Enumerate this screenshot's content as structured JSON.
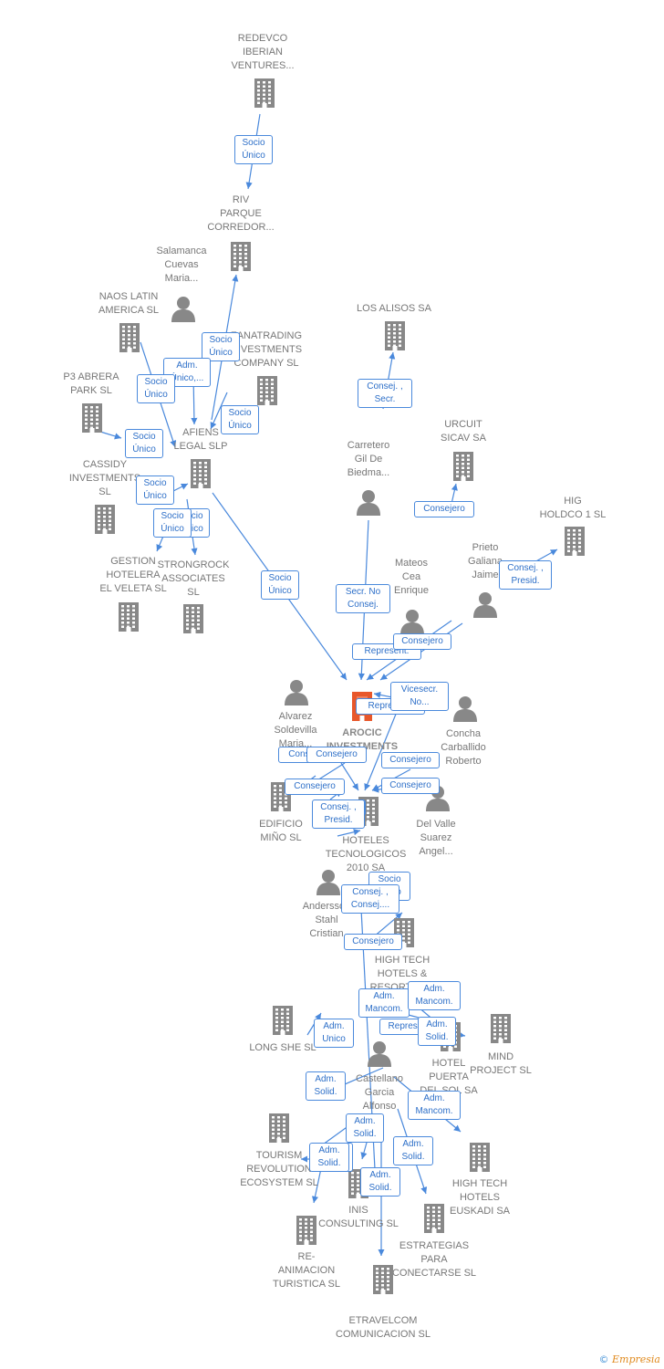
{
  "colors": {
    "edge": "#4a89dc",
    "node": "#888888",
    "focus": "#e8572a",
    "label": "#777777"
  },
  "nodes": [
    {
      "id": "redevco",
      "label": "REDEVCO\nIBERIAN\nVENTURES...",
      "kind": "company"
    },
    {
      "id": "riv",
      "label": "RIV\nPARQUE\nCORREDOR...",
      "kind": "company"
    },
    {
      "id": "salamanca",
      "label": "Salamanca\nCuevas\nMaria...",
      "kind": "person"
    },
    {
      "id": "naos",
      "label": "NAOS LATIN\nAMERICA  SL",
      "kind": "company"
    },
    {
      "id": "zanatrading",
      "label": "ZANATRADING\nINVESTMENTS\nCOMPANY  SL",
      "kind": "company"
    },
    {
      "id": "p3",
      "label": "P3 ABRERA\nPARK  SL",
      "kind": "company"
    },
    {
      "id": "afiens",
      "label": "AFIENS\nLEGAL  SLP",
      "kind": "company"
    },
    {
      "id": "cassidy",
      "label": "CASSIDY\nINVESTMENTS\nSL",
      "kind": "company"
    },
    {
      "id": "gestion",
      "label": "GESTION\nHOTELERA\nEL VELETA  SL",
      "kind": "company"
    },
    {
      "id": "strongrock",
      "label": "STRONGROCK\nASSOCIATES\nSL",
      "kind": "company"
    },
    {
      "id": "losalisos",
      "label": "LOS ALISOS SA",
      "kind": "company"
    },
    {
      "id": "carretero",
      "label": "Carretero\nGil De\nBiedma...",
      "kind": "person"
    },
    {
      "id": "urcuit",
      "label": "URCUIT\nSICAV SA",
      "kind": "company"
    },
    {
      "id": "hig",
      "label": "HIG\nHOLDCO 1  SL",
      "kind": "company"
    },
    {
      "id": "mateos",
      "label": "Mateos\nCea\nEnrique",
      "kind": "person"
    },
    {
      "id": "prieto",
      "label": "Prieto\nGaliana\nJaime",
      "kind": "person"
    },
    {
      "id": "alvarez",
      "label": "Alvarez\nSoldevilla\nMaria...",
      "kind": "person"
    },
    {
      "id": "arocic",
      "label": "AROCIC\nINVESTMENTS",
      "kind": "focus"
    },
    {
      "id": "concha",
      "label": "Concha\nCarballido\nRoberto",
      "kind": "person"
    },
    {
      "id": "edificio",
      "label": "EDIFICIO\nMIÑO SL",
      "kind": "company"
    },
    {
      "id": "hoteles",
      "label": "HOTELES\nTECNOLOGICOS\n2010 SA",
      "kind": "company"
    },
    {
      "id": "delvalle",
      "label": "Del Valle\nSuarez\nAngel...",
      "kind": "person"
    },
    {
      "id": "andersson",
      "label": "Andersson\nStahl\nCristian",
      "kind": "person"
    },
    {
      "id": "hightech",
      "label": "HIGH TECH\nHOTELS &\nRESORTS SA",
      "kind": "company"
    },
    {
      "id": "longshe",
      "label": "LONG SHE SL",
      "kind": "company"
    },
    {
      "id": "hotelpuerta",
      "label": "HOTEL\nPUERTA\nDEL SOL SA",
      "kind": "company"
    },
    {
      "id": "mind",
      "label": "MIND\nPROJECT SL",
      "kind": "company"
    },
    {
      "id": "castellano",
      "label": "Castellano\nGarcia\nAlfonso",
      "kind": "person"
    },
    {
      "id": "tourism",
      "label": "TOURISM\nREVOLUTION\nECOSYSTEM SL",
      "kind": "company"
    },
    {
      "id": "hteuskadi",
      "label": "HIGH TECH\nHOTELS\nEUSKADI SA",
      "kind": "company"
    },
    {
      "id": "inis",
      "label": "INIS\nCONSULTING SL",
      "kind": "company"
    },
    {
      "id": "reanimacion",
      "label": "RE-\nANIMACION\nTURISTICA SL",
      "kind": "company"
    },
    {
      "id": "estrategias",
      "label": "ESTRATEGIAS\nPARA\nCONECTARSE SL",
      "kind": "company"
    },
    {
      "id": "etravelcom",
      "label": "ETRAVELCOM\nCOMUNICACION SL",
      "kind": "company"
    }
  ],
  "relations": [
    "Socio\nÚnico",
    "Socio\nÚnico",
    "Adm.\nÚnico,...",
    "Socio\nÚnico",
    "Socio\nÚnico",
    "Socio\nÚnico",
    "Socio\nÚnico",
    "Socio\nÚnico",
    "Socio\nÚnico",
    "Socio\nÚnico",
    "Consej. ,\nSecr.",
    "Consejero",
    "Consej. ,\nPresid.",
    "Secr.  No\nConsej.",
    "Represent.",
    "Consejero",
    "Represent.",
    "Vicesecr.\nNo...",
    "Consejero",
    "Consejero",
    "Consejero",
    "Consejero",
    "Consejero",
    "Consejero",
    "Consej. ,\nPresid.",
    "Socio\nÚnico",
    "Consej. ,\nConsej....",
    "Consejero",
    "Adm.\nMancom.",
    "Adm.\nMancom.",
    "Adm.\nUnico",
    "Represent.",
    "Adm.\nSolid.",
    "Adm.\nSolid.",
    "Adm.\nMancom.",
    "Adm.\nSolid.",
    "Adm.\nSolid.",
    "Adm.\nSolid.",
    "Adm.\nSolid.",
    "Adm.\nSolid."
  ],
  "brand": {
    "symbol": "©",
    "name": "Empresia"
  }
}
